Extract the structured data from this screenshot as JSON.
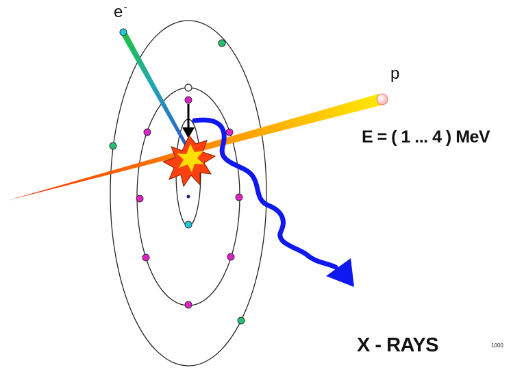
{
  "labels": {
    "electron_symbol": "e",
    "electron_charge": "-",
    "proton": "p",
    "energy": "E = ( 1 ... 4 ) MeV",
    "emission": "X - RAYS",
    "image_code": "1000"
  },
  "colors": {
    "orbit": "#222222",
    "electron_magenta": "#e020c8",
    "electron_cyan": "#22c8e0",
    "electron_green": "#22c070",
    "vacancy": "#ffffff",
    "nucleus": "#1a1a8a",
    "proton_trail_start": "#ff2a00",
    "proton_trail_end": "#ffe800",
    "proton_ball": "#ffb0a8",
    "electron_trail_start": "#2a50d0",
    "electron_trail_end": "#20c040",
    "xray_wave": "#1018f0",
    "transition_arrow": "#000000",
    "collision_outer": "#ff4010",
    "collision_inner": "#ffe000"
  },
  "icons": {
    "collision": "explosion-starburst-icon",
    "transition": "down-arrow-icon",
    "emission": "wavy-arrow-icon"
  }
}
